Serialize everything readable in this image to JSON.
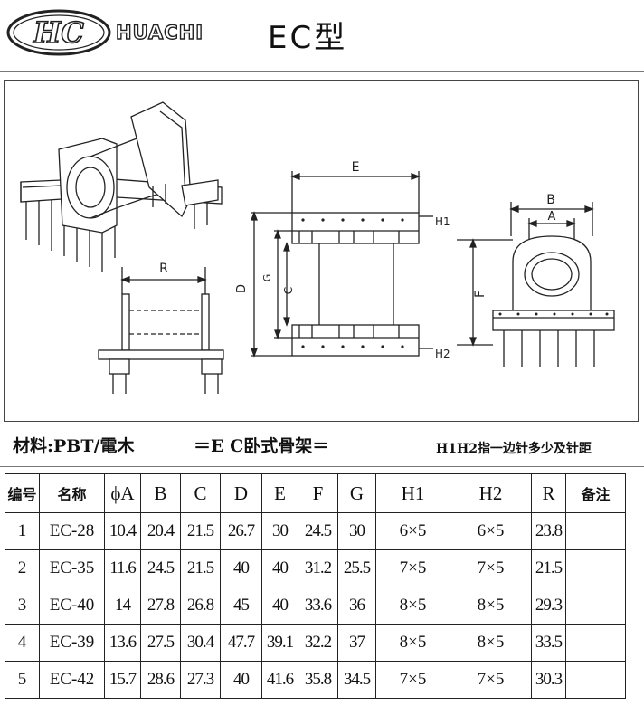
{
  "header": {
    "logo_text": "HC",
    "brand": "HUACHI",
    "title": "EC型"
  },
  "drawing": {
    "dims": {
      "E": "E",
      "H1": "H1",
      "H2": "H2",
      "D": "D",
      "G": "G",
      "C": "C",
      "R": "R",
      "B": "B",
      "A": "A",
      "F": "F"
    }
  },
  "notes": {
    "material": "材料:PBT/電木",
    "type": "＝E C卧式骨架＝",
    "pin_note": "H1H2指一边针多少及针距"
  },
  "table": {
    "headers": [
      "编号",
      "名称",
      "ϕA",
      "B",
      "C",
      "D",
      "E",
      "F",
      "G",
      "H1",
      "H2",
      "R",
      "备注"
    ],
    "rows": [
      [
        "1",
        "EC-28",
        "10.4",
        "20.4",
        "21.5",
        "26.7",
        "30",
        "24.5",
        "30",
        "6×5",
        "6×5",
        "23.8",
        ""
      ],
      [
        "2",
        "EC-35",
        "11.6",
        "24.5",
        "21.5",
        "40",
        "40",
        "31.2",
        "25.5",
        "7×5",
        "7×5",
        "21.5",
        ""
      ],
      [
        "3",
        "EC-40",
        "14",
        "27.8",
        "26.8",
        "45",
        "40",
        "33.6",
        "36",
        "8×5",
        "8×5",
        "29.3",
        ""
      ],
      [
        "4",
        "EC-39",
        "13.6",
        "27.5",
        "30.4",
        "47.7",
        "39.1",
        "32.2",
        "37",
        "8×5",
        "8×5",
        "33.5",
        ""
      ],
      [
        "5",
        "EC-42",
        "15.7",
        "28.6",
        "27.3",
        "40",
        "41.6",
        "35.8",
        "34.5",
        "7×5",
        "7×5",
        "30.3",
        ""
      ]
    ]
  }
}
